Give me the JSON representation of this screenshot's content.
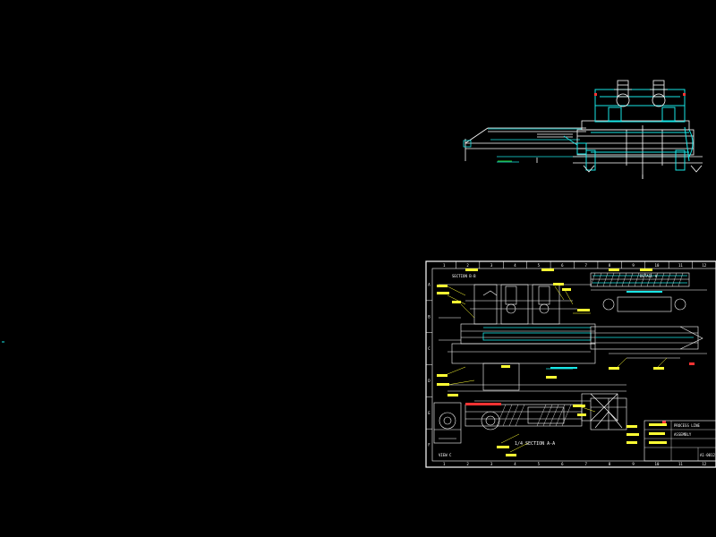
{
  "canvas": {
    "background": "#000000",
    "colors": {
      "cyan": "#19e6e6",
      "white": "#ffffff",
      "yellow": "#ffff33",
      "red": "#ff3333",
      "green": "#33ff33",
      "blue": "#3399ff",
      "orange": "#ff8800"
    }
  },
  "sheet": {
    "column_numbers": [
      "1",
      "2",
      "3",
      "4",
      "5",
      "6",
      "7",
      "8",
      "9",
      "10",
      "11",
      "12"
    ],
    "row_letters": [
      "A",
      "B",
      "C",
      "D",
      "E",
      "F"
    ],
    "views": {
      "section_b": "SECTION B-B",
      "section_a": "1/4 SECTION A-A",
      "detail": "DETAIL A",
      "view_c": "VIEW C"
    },
    "title_block": {
      "project": "PROCESS LINE",
      "drawing_title": "ASSEMBLY",
      "drawing_no": "A1-0012"
    }
  },
  "cursor": {
    "icon": "crosshair-icon"
  }
}
